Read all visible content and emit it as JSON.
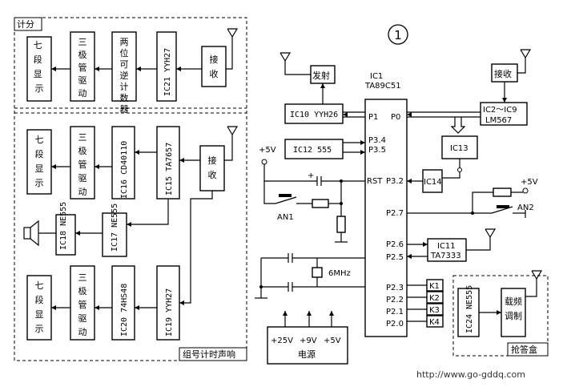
{
  "diagram_number": "1",
  "watermark_url": "http://www.go-gddq.com",
  "left": {
    "score_label": "计分",
    "group_label": "组号计时声响",
    "blocks": {
      "seg1": "七段显示",
      "drv1": "三极管驱动",
      "cnt": "两位可逆计数器",
      "ic21": "IC21 YYH27",
      "rx1": "接收",
      "seg2": "七段显示",
      "drv2": "三极管驱动",
      "ic16": "IC16 CD40110",
      "ic15": "IC15 TA7657",
      "rx2": "接收",
      "ic18": "IC18 NE555",
      "ic17": "IC17 NE555",
      "seg3": "七段显示",
      "drv3": "三极管驱动",
      "ic20": "IC20 74HS48",
      "ic19": "IC19 YYH27"
    }
  },
  "right": {
    "tx": "发射",
    "ic10": "IC10 YYH26",
    "ic12": "IC12 555",
    "ic1_name": "IC1",
    "ic1_part": "TA89C51",
    "rx": "接收",
    "ic2": "IC2～IC9",
    "ic2_part": "LM567",
    "ic13": "IC13",
    "ic14": "IC14",
    "ic11": "IC11",
    "ic11_part": "TA7333",
    "ic24": "IC24 NE555",
    "mod": "载频调制",
    "qda": "抢答盒",
    "power": "电源",
    "v25": "+25V",
    "v9": "+9V",
    "v5": "+5V",
    "plus5_left": "+5V",
    "plus5_right": "+5V",
    "an1": "AN1",
    "an2": "AN2",
    "xtal": "6MHz",
    "pins": {
      "p1": "P1",
      "p0": "P0",
      "p34": "P3.4",
      "p35": "P3.5",
      "rst": "RST",
      "p32": "P3.2",
      "p27": "P2.7",
      "p26": "P2.6",
      "p25": "P2.5",
      "p23": "P2.3",
      "p22": "P2.2",
      "p21": "P2.1",
      "p20": "P2.0"
    },
    "keys": [
      "K1",
      "K2",
      "K3",
      "K4"
    ]
  }
}
